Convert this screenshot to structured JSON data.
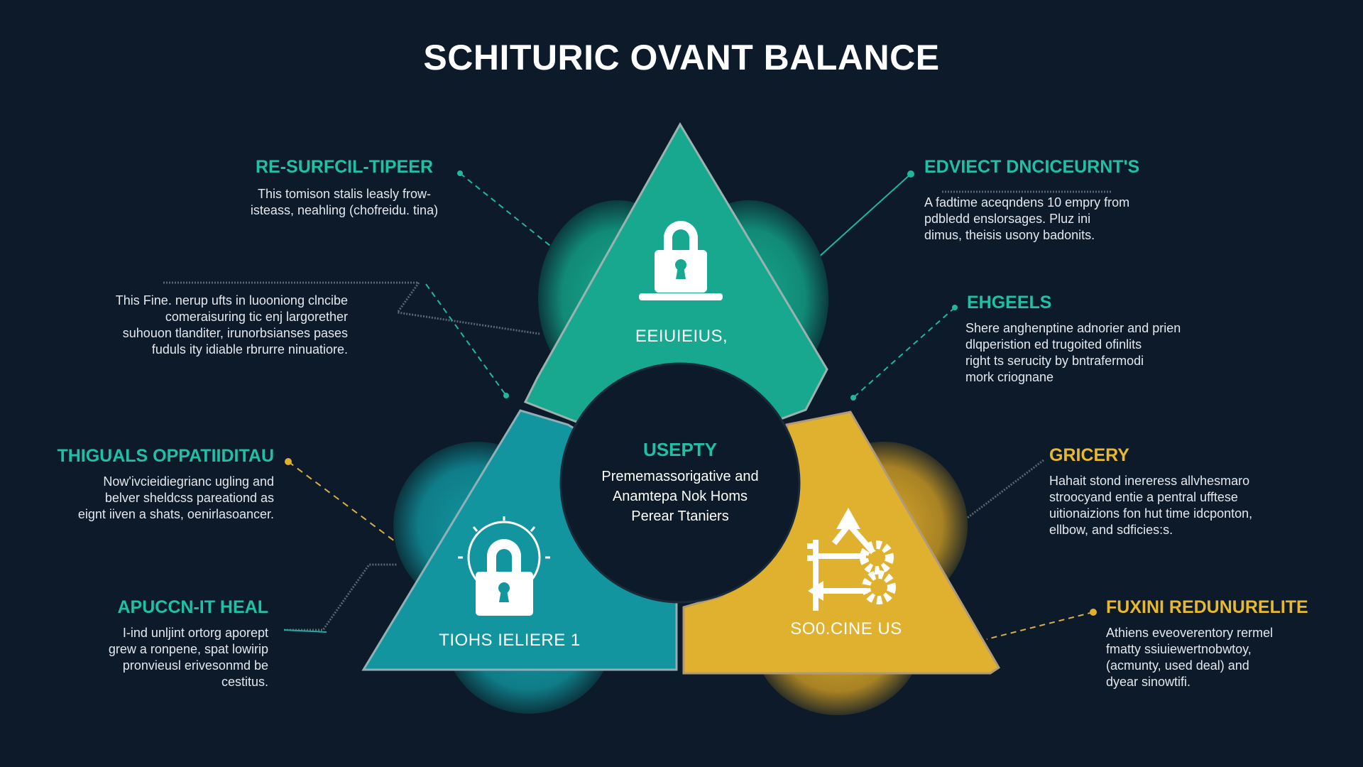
{
  "title": "SCHITURIC OVANT BALANCE",
  "colors": {
    "background": "#0c1a29",
    "green": "#17a88f",
    "teal": "#12959f",
    "gold": "#e0b02f",
    "heading_green": "#1fc0a6",
    "heading_gold": "#e8b92e"
  },
  "segments": [
    {
      "label": "EEIUIEIUS,",
      "icon": "padlock-laptop-icon",
      "color": "#17a88f"
    },
    {
      "label": "TIOHS IELIERE 1",
      "icon": "padlock-lightbulb-icon",
      "color": "#12959f"
    },
    {
      "label": "SO0.CINE US",
      "icon": "key-gears-arrows-icon",
      "color": "#e0b02f"
    }
  ],
  "core": {
    "heading": "USEPTY",
    "lines": [
      "Prememassorigative and",
      "Anamtepa Nok Homs",
      "Perear Ttaniers"
    ]
  },
  "left_blocks": [
    {
      "heading": "RE-SURFCIL-TIPEER",
      "lines": [
        "This tomison stalis leasly frow-",
        "isteass, neahling (chofreidu. tina)"
      ]
    },
    {
      "heading": "",
      "lines": [
        "This Fine. nerup ufts in luooniong clncibe",
        "comeraisuring tic enj largorether",
        "suhouon tlanditer, irunorbsianses pases",
        "fuduls ity idiable rbrurre ninuatiore."
      ]
    },
    {
      "heading": "THIGUALS OPPATIIDITAU",
      "lines": [
        "Now'ivcieidiegrianc ugling and",
        "belver sheldcss pareationd as",
        "eignt iiven a shats, oenirlasoancer."
      ]
    },
    {
      "heading": "APUCCN-IT HEAL",
      "lines": [
        "I-ind unljint ortorg aporept",
        "grew a ronpene, spat lowirip",
        "pronvieusl erivesonmd be",
        "cestitus."
      ]
    }
  ],
  "right_blocks": [
    {
      "heading": "EDVIECT DNCICEURNT'S",
      "lines": [
        "A fadtime aceqndens 10 empry from",
        "pdbledd enslorsages. Pluz ini",
        "dimus, theisis usony badonits."
      ]
    },
    {
      "heading": "EHGEELS",
      "lines": [
        "Shere anghenptine adnorier and prien",
        "dlqperistion ed trugoited ofinlits",
        "right ts serucity by bntrafermodi",
        "mork criognane"
      ]
    },
    {
      "heading": "GRICERY",
      "lines": [
        "Hahait stond inereress allvhesmaro",
        "stroocyand entie a pentral ufftese",
        "uitionaizions fon hut time idcponton,",
        "ellbow, and sdficies:s."
      ]
    },
    {
      "heading": "FUXINI REDUNURELITE",
      "lines": [
        "Athiens eveoverentory rermel",
        "fmatty ssiuiewertnobwtoy,",
        "(acmunty, used deal) and",
        "dyear sinowtifi."
      ]
    }
  ]
}
